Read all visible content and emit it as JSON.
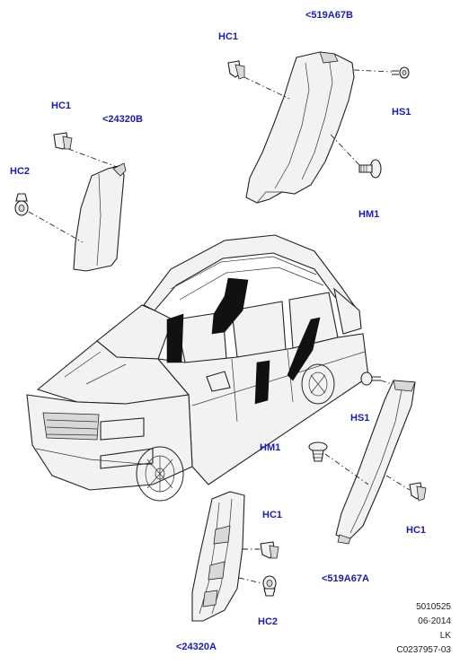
{
  "callouts": {
    "hc1_top": "HC1",
    "part_519A67B": "<519A67B",
    "hs1_top": "HS1",
    "hm1_top": "HM1",
    "hc1_left": "HC1",
    "part_24320B": "<24320B",
    "hc2_left": "HC2",
    "hs1_right": "HS1",
    "hm1_right": "HM1",
    "hc1_right": "HC1",
    "part_519A67A": "<519A67A",
    "hc1_bottom": "HC1",
    "hc2_bottom": "HC2",
    "part_24320A": "<24320A"
  },
  "footer": {
    "number": "5010525",
    "date": "06-2014",
    "initials": "LK",
    "code": "C0237957-03"
  }
}
